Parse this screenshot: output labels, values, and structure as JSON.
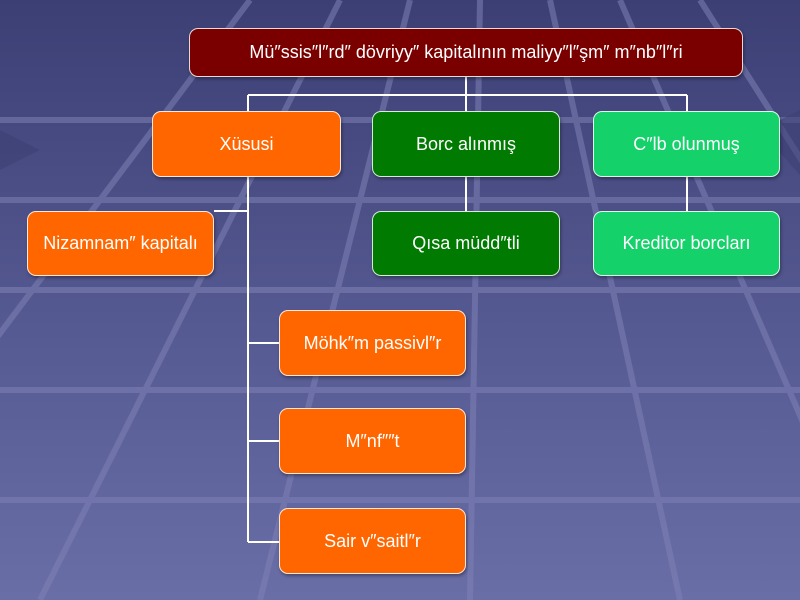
{
  "diagram": {
    "title": "Mü″ssis″l″rd″ dövriyy″ kapitalının maliyy″l″şm″ m″nb″l″ri",
    "nodes": {
      "private": "Xüsusi",
      "borrowed": "Borc alınmış",
      "attracted": "C″lb olunmuş",
      "charter_capital": "Nizamnam″ kapitalı",
      "short_term": "Qısa müdd″tli",
      "creditor_debts": "Kreditor borcları",
      "stable_liabilities": "Möhk″m passivl″r",
      "profit": "M″nf″″t",
      "other_funds": "Sair v″saitl″r"
    },
    "colors": {
      "title": "#7a0000",
      "orange": "#ff6600",
      "dark_green": "#007a00",
      "light_green": "#14d16a",
      "background": "#4b4f86"
    }
  }
}
